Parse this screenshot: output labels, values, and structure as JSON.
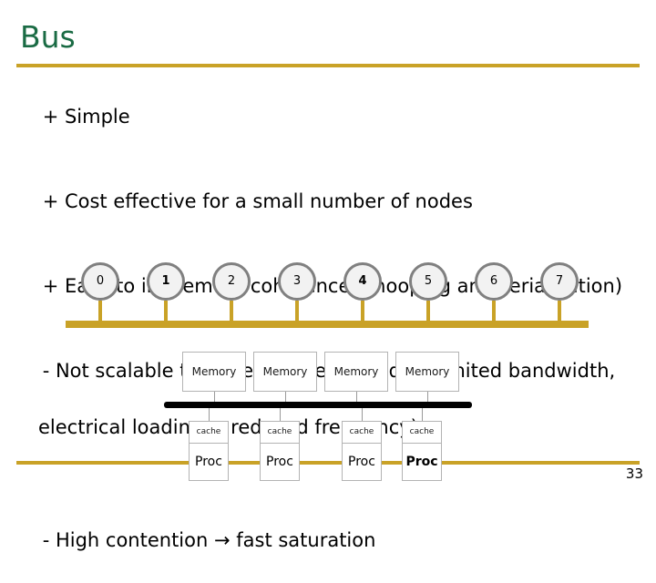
{
  "slide": {
    "title": "Bus",
    "page_number": "33",
    "accent_color": "#c9a227",
    "title_color": "#1a6b44"
  },
  "bullets": [
    {
      "text": "+ Simple",
      "continuation": ""
    },
    {
      "text": "+ Cost effective for a small number of nodes",
      "continuation": ""
    },
    {
      "text": "+ Easy to implement coherence (snooping and serialization)",
      "continuation": ""
    },
    {
      "text": "- Not scalable to large number of nodes (limited bandwidth,",
      "continuation": "electrical loading → reduced frequency)"
    },
    {
      "text": "- High contention → fast saturation",
      "continuation": ""
    }
  ],
  "node_diagram": {
    "nodes": [
      {
        "label": "0",
        "bold": false
      },
      {
        "label": "1",
        "bold": true
      },
      {
        "label": "2",
        "bold": false
      },
      {
        "label": "3",
        "bold": false
      },
      {
        "label": "4",
        "bold": true
      },
      {
        "label": "5",
        "bold": false
      },
      {
        "label": "6",
        "bold": false
      },
      {
        "label": "7",
        "bold": false
      }
    ],
    "bus_color": "#c9a227",
    "circle_border_color": "#808080",
    "circle_fill_color": "#f2f2f2"
  },
  "memory_diagram": {
    "memories": [
      {
        "label": "Memory"
      },
      {
        "label": "Memory"
      },
      {
        "label": "Memory"
      },
      {
        "label": "Memory"
      }
    ],
    "units": [
      {
        "cache_label": "cache",
        "proc_label": "Proc",
        "proc_bold": false
      },
      {
        "cache_label": "cache",
        "proc_label": "Proc",
        "proc_bold": false
      },
      {
        "cache_label": "cache",
        "proc_label": "Proc",
        "proc_bold": false
      },
      {
        "cache_label": "cache",
        "proc_label": "Proc",
        "proc_bold": true
      }
    ],
    "bus_color": "#000000"
  }
}
